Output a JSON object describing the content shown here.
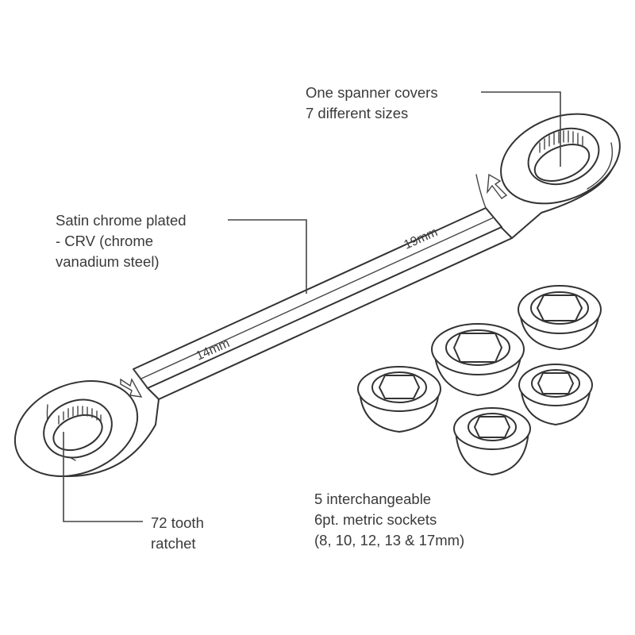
{
  "callouts": {
    "spanner_sizes": {
      "line1": "One spanner covers",
      "line2": "7 different sizes"
    },
    "material": {
      "line1": "Satin chrome plated",
      "line2": "- CRV (chrome",
      "line3": "vanadium steel)"
    },
    "ratchet": {
      "line1": "72 tooth",
      "line2": "ratchet"
    },
    "sockets": {
      "line1": "5 interchangeable",
      "line2": "6pt. metric sockets",
      "line3": "(8, 10, 12, 13 & 17mm)"
    }
  },
  "wrench": {
    "small_end_size": "14mm",
    "large_end_size": "19mm"
  },
  "colors": {
    "line": "#333333",
    "text": "#3a3a3a",
    "background": "#ffffff"
  },
  "icons": [
    "direction-arrow-icon",
    "ratchet-head",
    "socket"
  ]
}
